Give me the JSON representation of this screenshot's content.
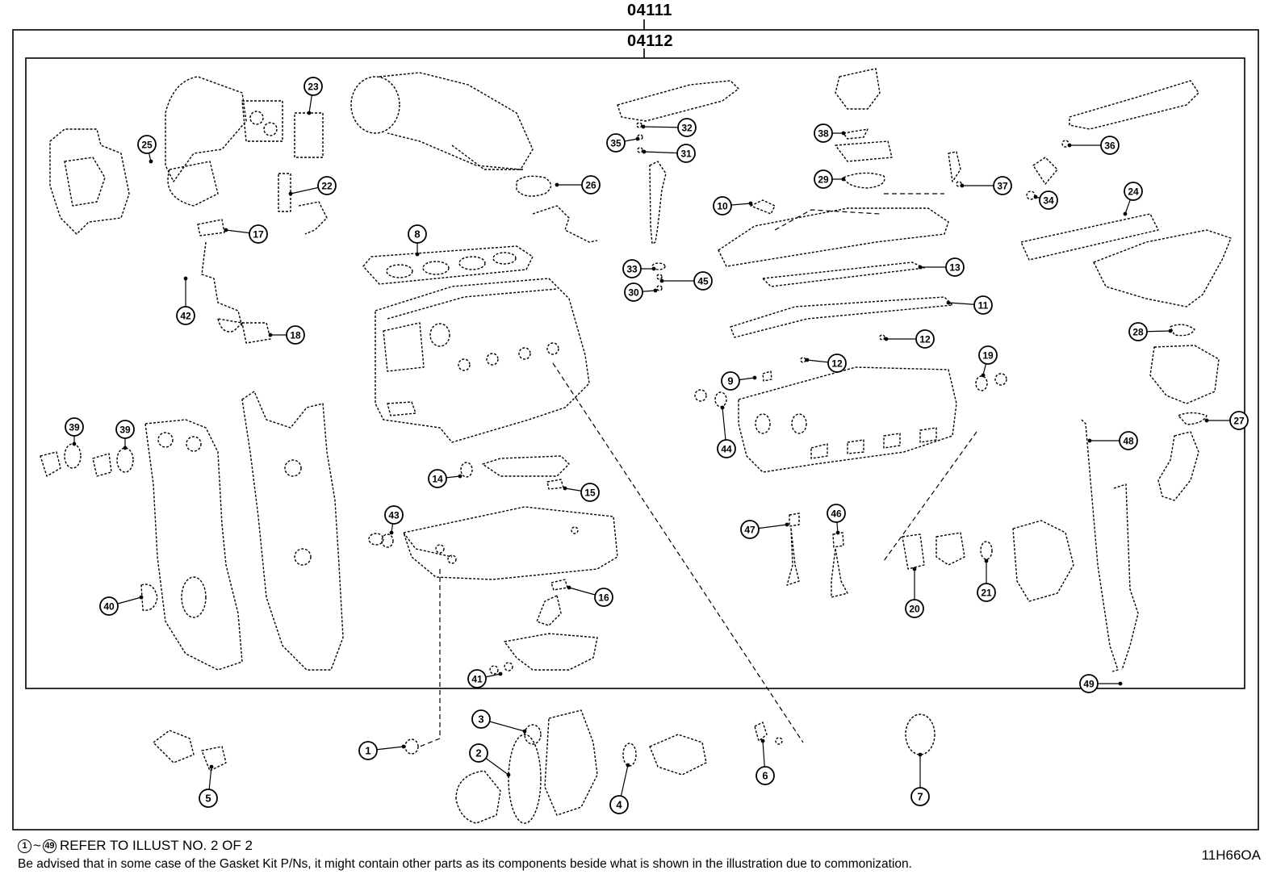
{
  "diagram": {
    "outer_code": "04111",
    "inner_code": "04112",
    "illustration_id": "11H66OA",
    "footnote": {
      "range_start": "1",
      "range_separator": "~",
      "range_end": "49",
      "refer_text": "REFER TO ILLUST NO. 2 OF 2",
      "advisory": "Be advised that in some case of the Gasket Kit P/Ns,  it might contain other parts as its components beside what is shown in the illustration due to commonization."
    },
    "callouts": [
      {
        "n": "1"
      },
      {
        "n": "2"
      },
      {
        "n": "3"
      },
      {
        "n": "4"
      },
      {
        "n": "5"
      },
      {
        "n": "6"
      },
      {
        "n": "7"
      },
      {
        "n": "8"
      },
      {
        "n": "9"
      },
      {
        "n": "10"
      },
      {
        "n": "11"
      },
      {
        "n": "12"
      },
      {
        "n": "12"
      },
      {
        "n": "13"
      },
      {
        "n": "14"
      },
      {
        "n": "15"
      },
      {
        "n": "16"
      },
      {
        "n": "17"
      },
      {
        "n": "18"
      },
      {
        "n": "19"
      },
      {
        "n": "20"
      },
      {
        "n": "21"
      },
      {
        "n": "22"
      },
      {
        "n": "23"
      },
      {
        "n": "24"
      },
      {
        "n": "25"
      },
      {
        "n": "26"
      },
      {
        "n": "27"
      },
      {
        "n": "28"
      },
      {
        "n": "29"
      },
      {
        "n": "30"
      },
      {
        "n": "31"
      },
      {
        "n": "32"
      },
      {
        "n": "33"
      },
      {
        "n": "34"
      },
      {
        "n": "35"
      },
      {
        "n": "36"
      },
      {
        "n": "37"
      },
      {
        "n": "38"
      },
      {
        "n": "39"
      },
      {
        "n": "39"
      },
      {
        "n": "40"
      },
      {
        "n": "41"
      },
      {
        "n": "42"
      },
      {
        "n": "43"
      },
      {
        "n": "44"
      },
      {
        "n": "45"
      },
      {
        "n": "46"
      },
      {
        "n": "47"
      },
      {
        "n": "48"
      },
      {
        "n": "49"
      }
    ],
    "colors": {
      "ink": "#000000",
      "background": "#ffffff"
    }
  }
}
